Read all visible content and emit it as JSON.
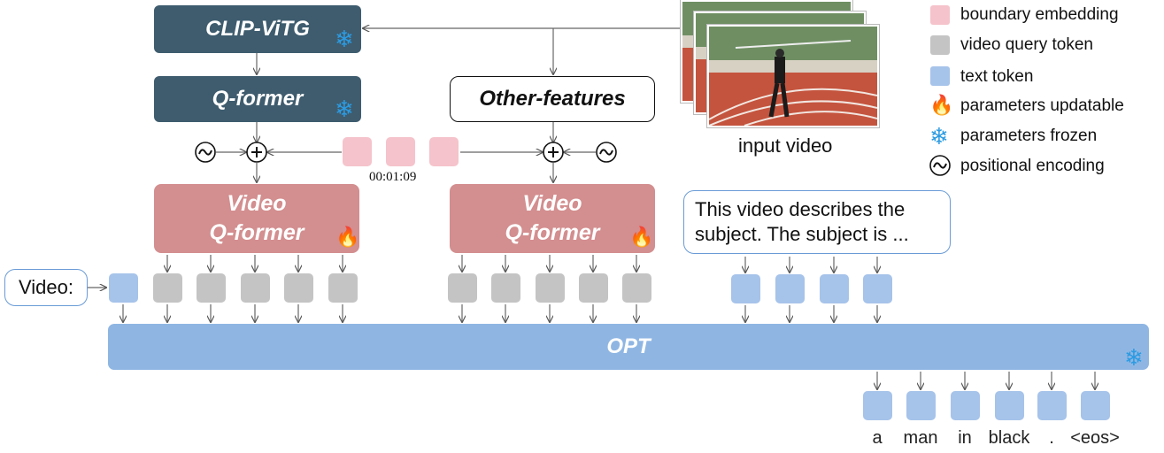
{
  "blocks": {
    "clip": "CLIP-ViTG",
    "qformer": "Q-former",
    "other": "Other-features",
    "vq_line1": "Video",
    "vq_line2": "Q-former",
    "opt": "OPT"
  },
  "timestamp": "00:01:09",
  "input_video_label": "input video",
  "video_prompt": "Video:",
  "text_prompt": [
    "This video describes the",
    "subject. The subject is ..."
  ],
  "output_words": [
    "a",
    "man",
    "in",
    "black",
    ".",
    "<eos>"
  ],
  "legend": [
    {
      "label": "boundary embedding",
      "swatch": "#f5c3cb",
      "kind": "swatch"
    },
    {
      "label": "video query token",
      "swatch": "#c4c4c4",
      "kind": "swatch"
    },
    {
      "label": "text token",
      "swatch": "#a6c3ea",
      "kind": "swatch"
    },
    {
      "label": "parameters updatable",
      "icon": "fire-icon",
      "kind": "icon"
    },
    {
      "label": "parameters frozen",
      "icon": "snowflake-icon",
      "kind": "icon"
    },
    {
      "label": "positional encoding",
      "icon": "tilde-circle-icon",
      "kind": "icon"
    }
  ],
  "colors": {
    "frozen_block": "#3e5c6e",
    "trainable_block": "#d38e8f",
    "llm_block": "#8fb6e3",
    "video_query_token": "#c4c4c4",
    "text_token": "#a6c3ea",
    "boundary_token": "#f5c3cb",
    "frozen_icon": "#2c9be2"
  }
}
